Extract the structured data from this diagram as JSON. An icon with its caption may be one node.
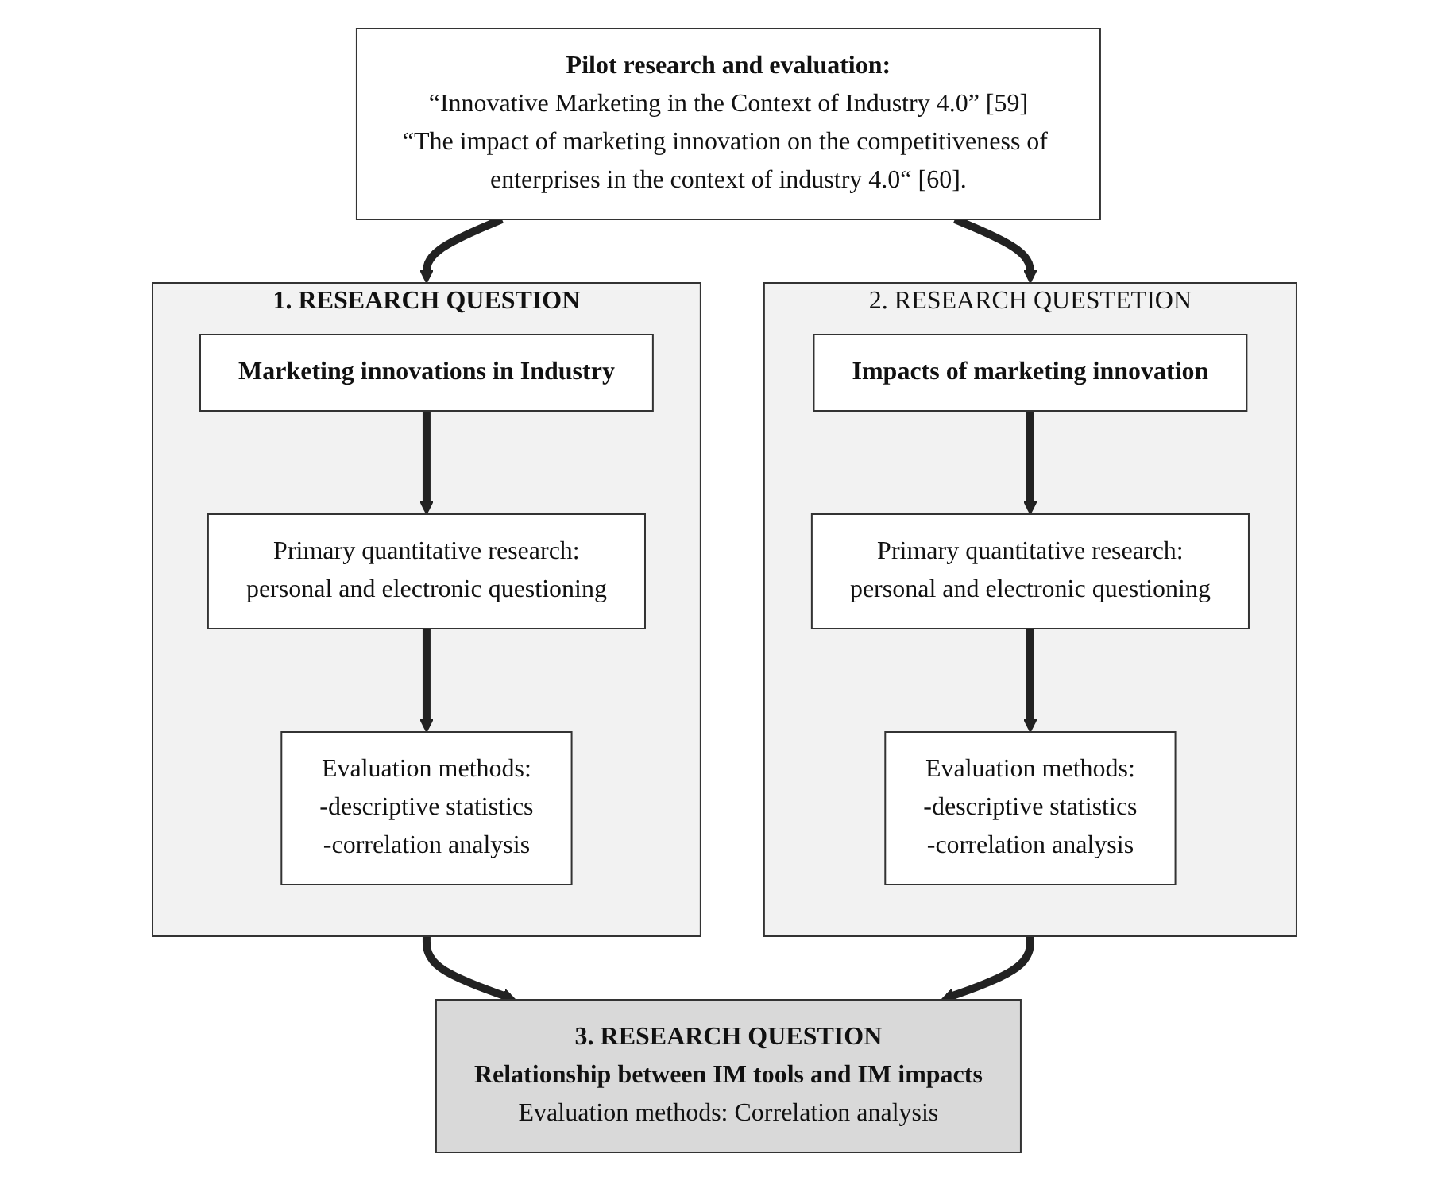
{
  "diagram": {
    "nodes": [
      {
        "text": [
          "Pilot research and evaluation:",
          "“Innovative Marketing in the Context of Industry 4.0” [59]",
          "“The impact of marketing innovation on the competitiveness of enterprises in the context of industry 4.0“ [60]."
        ]
      },
      {
        "text": [
          "1. RESEARCH QUESTION"
        ]
      },
      {
        "text": [
          "Marketing innovations in Industry"
        ],
        "in": 1
      },
      {
        "text": [
          "Primary quantitative research:",
          "personal and electronic questioning"
        ],
        "in": 1
      },
      {
        "text": [
          "Evaluation methods:",
          "-descriptive statistics",
          "-correlation analysis"
        ],
        "in": 1
      },
      {
        "text": [
          "2. RESEARCH QUESTETION"
        ]
      },
      {
        "text": [
          "Impacts of marketing innovation"
        ],
        "in": 5
      },
      {
        "text": [
          "Primary quantitative research:",
          "personal and electronic questioning"
        ],
        "in": 5
      },
      {
        "text": [
          "Evaluation methods:",
          "-descriptive statistics",
          "-correlation analysis"
        ],
        "in": 5
      },
      {
        "text": [
          "3. RESEARCH QUESTION",
          "Relationship between IM tools and IM impacts",
          "Evaluation methods: Correlation analysis"
        ]
      }
    ],
    "edges": [
      {
        "from": 0,
        "to": 1,
        "arrow": "to"
      },
      {
        "from": 0,
        "to": 5,
        "arrow": "to"
      },
      {
        "from": 2,
        "to": 3,
        "arrow": "to"
      },
      {
        "from": 3,
        "to": 4,
        "arrow": "to"
      },
      {
        "from": 6,
        "to": 7,
        "arrow": "to"
      },
      {
        "from": 7,
        "to": 8,
        "arrow": "to"
      },
      {
        "from": 1,
        "to": 9,
        "arrow": "to"
      },
      {
        "from": 5,
        "to": 9,
        "arrow": "to"
      }
    ]
  }
}
